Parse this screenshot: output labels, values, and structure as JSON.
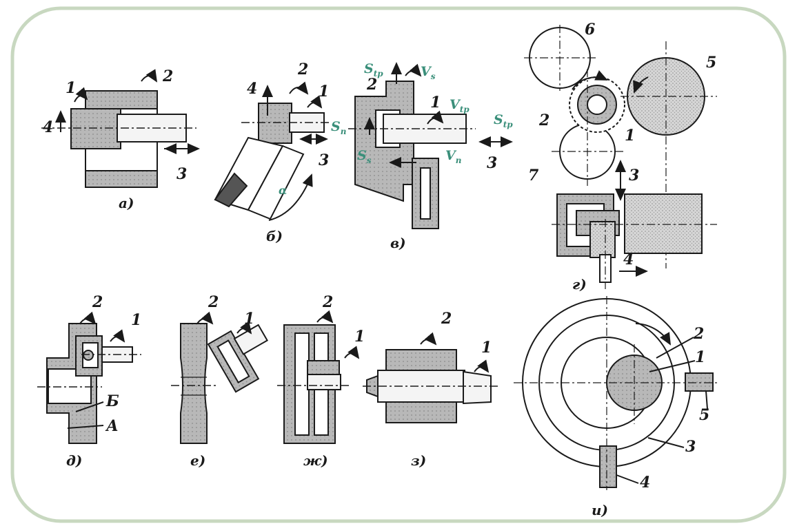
{
  "colors": {
    "frame": "#c8d8c0",
    "hatch": "#a9a9a9",
    "grain": "#bdbdbd",
    "ink": "#1a1a1a",
    "green_labels": "#3a8f7a"
  },
  "panels": {
    "a": {
      "caption": "а)",
      "labels": {
        "n1": "1",
        "n2": "2",
        "n3": "3",
        "n4": "4"
      }
    },
    "b": {
      "caption": "б)",
      "labels": {
        "n1": "1",
        "n2": "2",
        "n3": "3",
        "n4": "4",
        "alpha": "α"
      }
    },
    "v": {
      "caption": "в)",
      "labels": {
        "n1": "1",
        "n2": "2",
        "n3": "3"
      },
      "green": {
        "s_top": "S",
        "s_top_sub": "tp",
        "v_top": "V",
        "v_top_sub": "s",
        "s_mid": "S",
        "s_mid_sub": "n",
        "v_mid": "V",
        "v_mid_sub": "tp",
        "s_low": "S",
        "s_low_sub": "s",
        "v_low": "V",
        "v_low_sub": "n",
        "s_right": "S",
        "s_right_sub": "tp"
      }
    },
    "g": {
      "caption": "г)",
      "labels": {
        "n1": "1",
        "n2": "2",
        "n3": "3",
        "n4": "4",
        "n5": "5",
        "n6": "6",
        "n7": "7"
      }
    },
    "d": {
      "caption": "д)",
      "labels": {
        "n1": "1",
        "n2": "2",
        "A": "А",
        "B": "Б"
      }
    },
    "e": {
      "caption": "е)",
      "labels": {
        "n1": "1",
        "n2": "2"
      }
    },
    "zh": {
      "caption": "ж)",
      "labels": {
        "n1": "1",
        "n2": "2"
      }
    },
    "z": {
      "caption": "з)",
      "labels": {
        "n1": "1",
        "n2": "2"
      }
    },
    "i": {
      "caption": "и)",
      "labels": {
        "n1": "1",
        "n2": "2",
        "n3": "3",
        "n4": "4",
        "n5": "5"
      }
    }
  }
}
